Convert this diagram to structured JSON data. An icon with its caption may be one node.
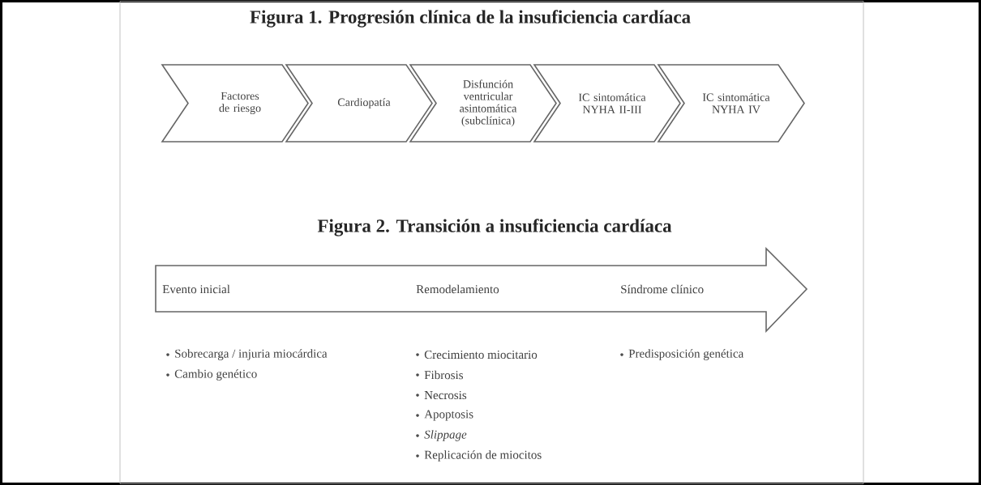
{
  "diagram": {
    "title": "Figura 1. Progresión clínica de la insuficiencia cardíaca",
    "nodes": [
      {
        "text": [
          "Factores de riesgo"
        ]
      },
      {
        "text": [
          "Cardiopatía"
        ]
      },
      {
        "text": [
          "Disfunción ventricular asintomática (subclínica)"
        ]
      },
      {
        "text": [
          "IC sintomática NYHA II-III"
        ]
      },
      {
        "text": [
          "IC sintomática NYHA IV"
        ]
      },
      {
        "text": [
          "Evento inicial",
          "Remodelamiento",
          "Síndrome clínico"
        ]
      }
    ],
    "labels": [
      "Figura 2. Transición a insuficiencia cardíaca",
      "Sobrecarga / injuria miocárdica",
      "Cambio genético",
      "Crecimiento miocitario",
      "Fibrosis",
      "Necrosis",
      "Apoptosis",
      "Slippage",
      "Replicación de miocitos",
      "Predisposición genética"
    ]
  }
}
